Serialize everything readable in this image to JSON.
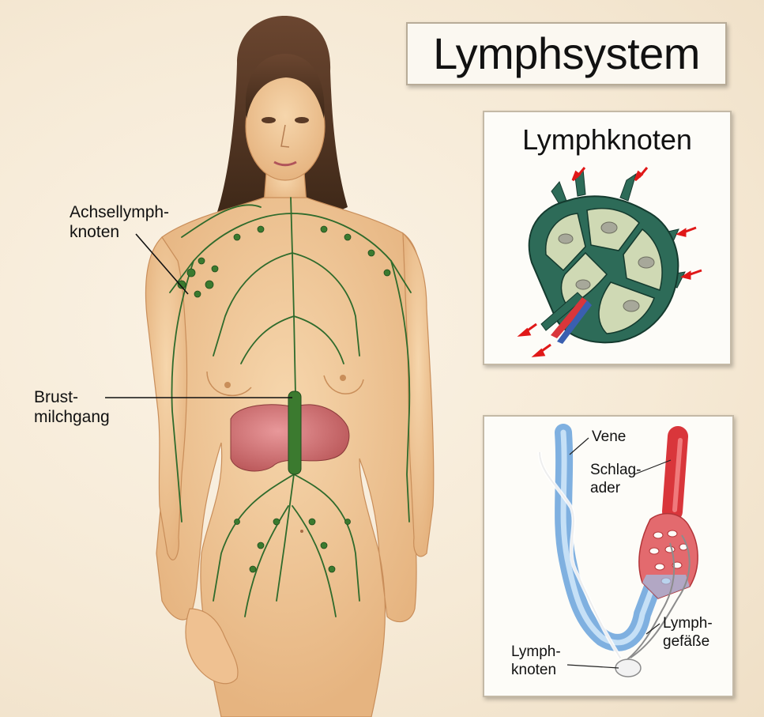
{
  "title": "Lymphsystem",
  "labels": {
    "axillary_line1": "Achsellymph-",
    "axillary_line2": "knoten",
    "thoracic_line1": "Brust-",
    "thoracic_line2": "milchgang"
  },
  "node_panel": {
    "title": "Lymphknoten"
  },
  "vessel_panel": {
    "vein": "Vene",
    "artery_line1": "Schlag-",
    "artery_line2": "ader",
    "lymph_vessels_line1": "Lymph-",
    "lymph_vessels_line2": "gefäße",
    "lymph_node_line1": "Lymph-",
    "lymph_node_line2": "knoten"
  },
  "colors": {
    "skin": "#f1c99a",
    "hair": "#5a3a26",
    "lymph": "#2f6b2c",
    "liver": "#c8686a",
    "node_green": "#2d6b58",
    "vein_blue": "#7fb0e0",
    "artery_red": "#d9363b",
    "arrow_red": "#e01818"
  }
}
